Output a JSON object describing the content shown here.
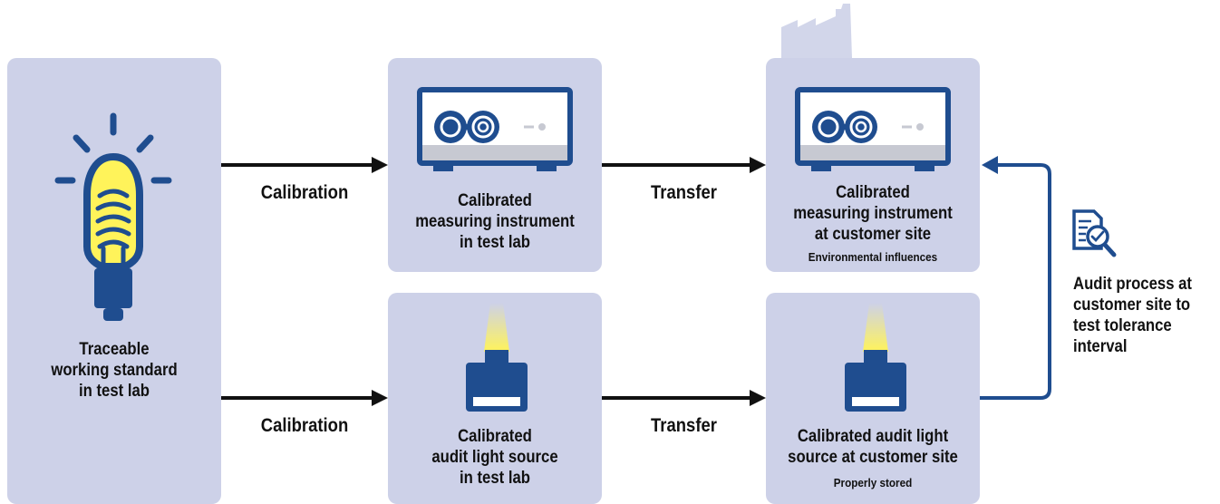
{
  "colors": {
    "panel": "#cdd1e8",
    "navy": "#1f4d8f",
    "factory": "#d2d6ea",
    "arrow": "#111111",
    "bulb_yellow": "#fff35a"
  },
  "panels": {
    "working_standard": {
      "label": "Traceable\nworking standard\nin test lab",
      "icon": "light-bulb-icon"
    },
    "instrument_lab": {
      "label": "Calibrated\nmeasuring instrument\nin test lab",
      "icon": "measuring-instrument-icon"
    },
    "instrument_site": {
      "label": "Calibrated\nmeasuring instrument\nat customer site",
      "note": "Environmental influences",
      "icon": "measuring-instrument-icon"
    },
    "source_lab": {
      "label": "Calibrated\naudit light source\nin test lab",
      "icon": "light-source-icon"
    },
    "source_site": {
      "label": "Calibrated audit light\nsource at customer site",
      "note": "Properly stored",
      "icon": "light-source-icon"
    }
  },
  "arrows": {
    "calibration_top": "Calibration",
    "transfer_top": "Transfer",
    "calibration_bottom": "Calibration",
    "transfer_bottom": "Transfer"
  },
  "audit": {
    "label": "Audit process at\ncustomer site to\ntest tolerance\ninterval",
    "icon": "audit-document-icon"
  },
  "background_icon": "factory-icon"
}
